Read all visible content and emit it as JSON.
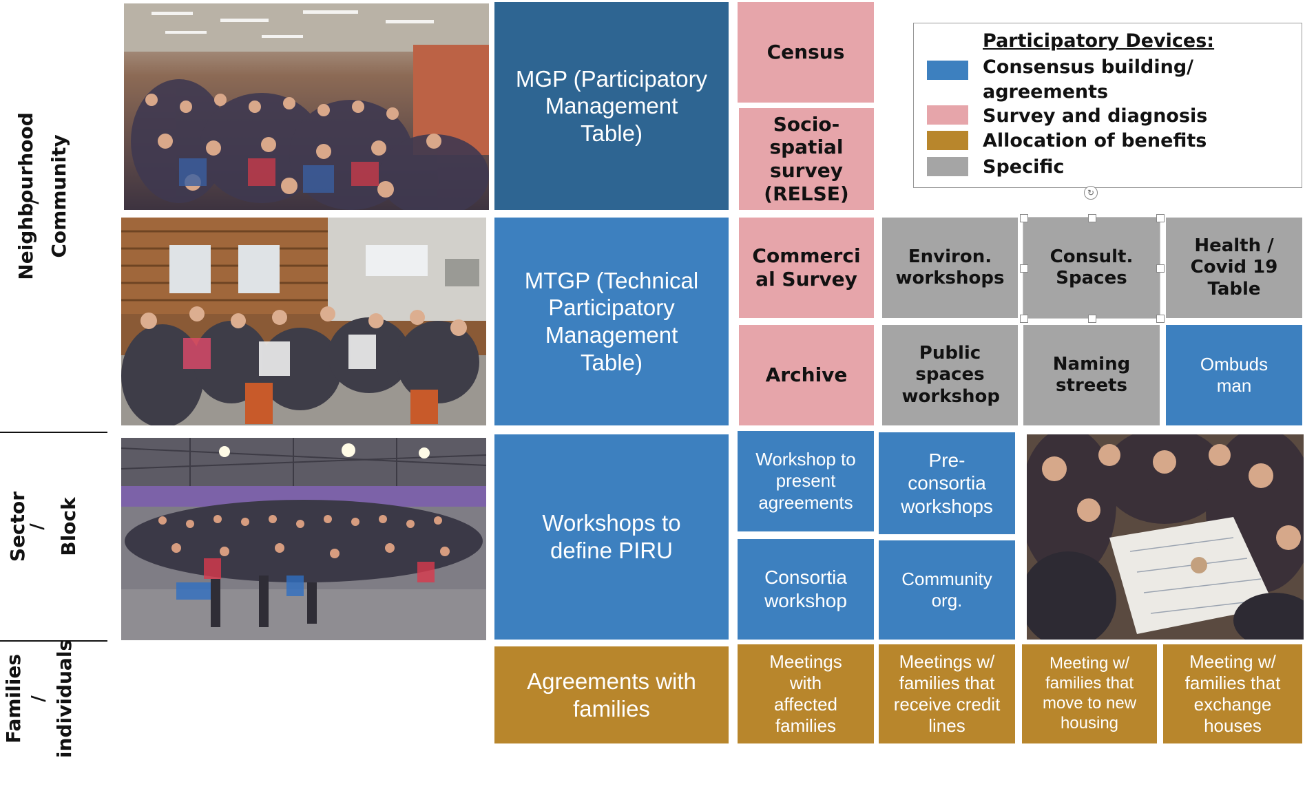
{
  "side_labels": {
    "top": [
      "Neighbourhood",
      "/",
      "Community"
    ],
    "middle": [
      "Sector",
      "/",
      "Block"
    ],
    "bottom": [
      "Families",
      "/",
      "individuals"
    ]
  },
  "boxes": {
    "mgp": "MGP (Participatory Management Table)",
    "census": "Census",
    "relse": "Socio-spatial survey (RELSE)",
    "mtgp": "MTGP (Technical Participatory Management Table)",
    "commercial": "Commercial Survey",
    "environ": "Environ. workshops",
    "consult": "Consult. Spaces",
    "health": "Health / Covid 19 Table",
    "archive": "Archive",
    "public_spaces": "Public spaces workshop",
    "naming": "Naming streets",
    "ombudsman": "Ombuds man",
    "piru": "Workshops to define PIRU",
    "present_agreements": "Workshop to present agreements",
    "pre_consortia": "Pre-consortia workshops",
    "consortia": "Consortia workshop",
    "community_org": "Community org.",
    "agreements_families": "Agreements with families",
    "affected": "Meetings with affected families",
    "credit": "Meetings w/ families that receive credit lines",
    "move": "Meeting w/ families that move to new housing",
    "exchange": "Meeting w/ families that exchange houses"
  },
  "legend": {
    "title": "Participatory Devices:",
    "items": [
      {
        "label": "Consensus building/ agreements",
        "color": "#3d80bf"
      },
      {
        "label": "Survey and diagnosis",
        "color": "#e6a5aa"
      },
      {
        "label": "Allocation of benefits",
        "color": "#b8862c"
      },
      {
        "label": "Specific",
        "color": "#a5a5a5"
      }
    ]
  },
  "photos": {
    "top": "assembly-hall-photo",
    "middle": "meeting-room-photo",
    "bottom": "gymnasium-assembly-photo",
    "right": "planning-map-photo"
  }
}
